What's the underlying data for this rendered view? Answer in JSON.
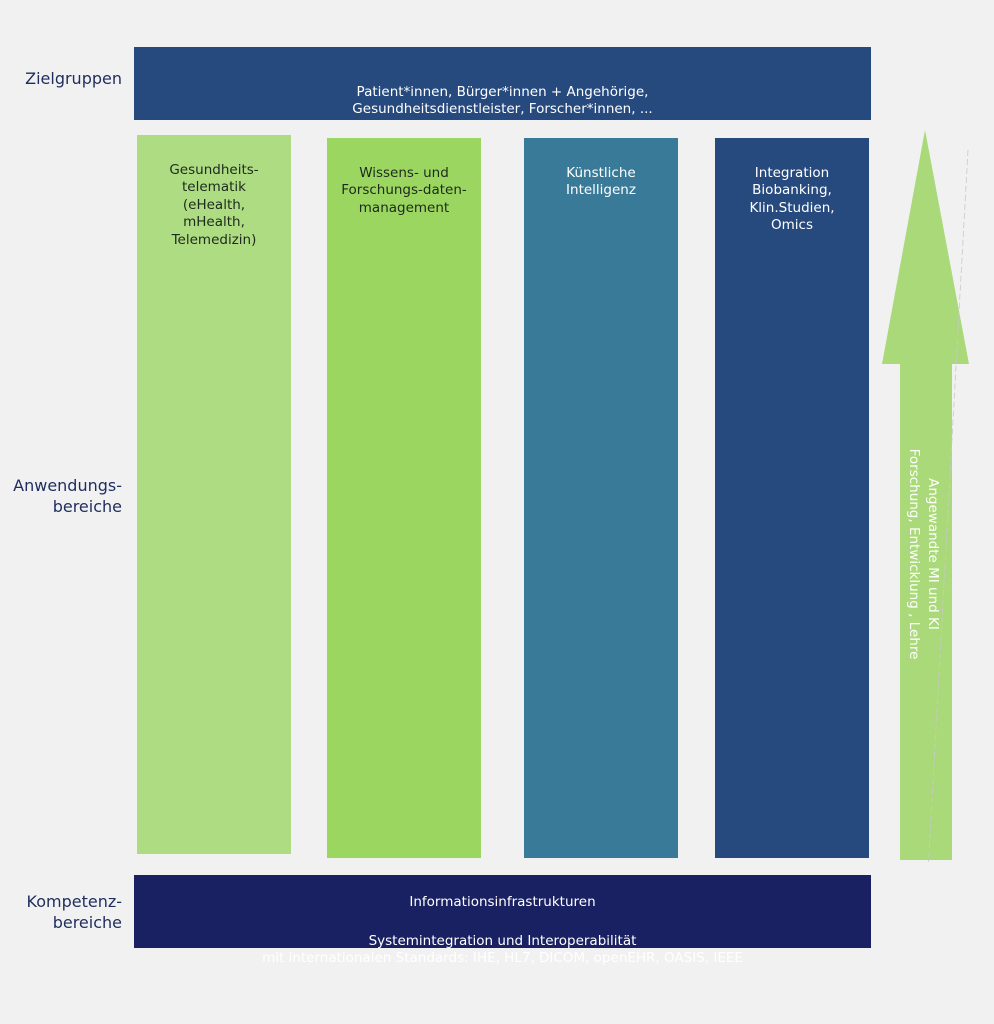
{
  "labels": {
    "zielgruppen": "Zielgruppen",
    "anwendungsbereiche": "Anwendungs-\nbereiche",
    "kompetenzbereiche": "Kompetenz-\nbereiche"
  },
  "zielgruppen_band": {
    "text": "Patient*innen, Bürger*innen + Angehörige,\nGesundheitsdienstleister, Forscher*innen, ..."
  },
  "columns": [
    {
      "text": "Gesundheits-\ntelematik\n(eHealth,\nmHealth,\nTelemedizin)",
      "color": "#aedc82"
    },
    {
      "text": "Wissens- und\nForschungs-daten-\nmanagement",
      "color": "#9bd660"
    },
    {
      "text": "Künstliche\nIntelligenz",
      "color": "#397a98"
    },
    {
      "text": "Integration\nBiobanking,\nKlin.Studien,\nOmics",
      "color": "#264a7e"
    }
  ],
  "kompetenz_band": {
    "line1": "Informationsinfrastrukturen",
    "line2": "Systemintegration und Interoperabilität\nmit internationalen Standards: IHE, HL7, DICOM, openEHR, OASIS, IEEE"
  },
  "arrow": {
    "text": "Angewandte MI und KI\nForschung, Entwicklung , Lehre",
    "color": "#aad97a"
  }
}
